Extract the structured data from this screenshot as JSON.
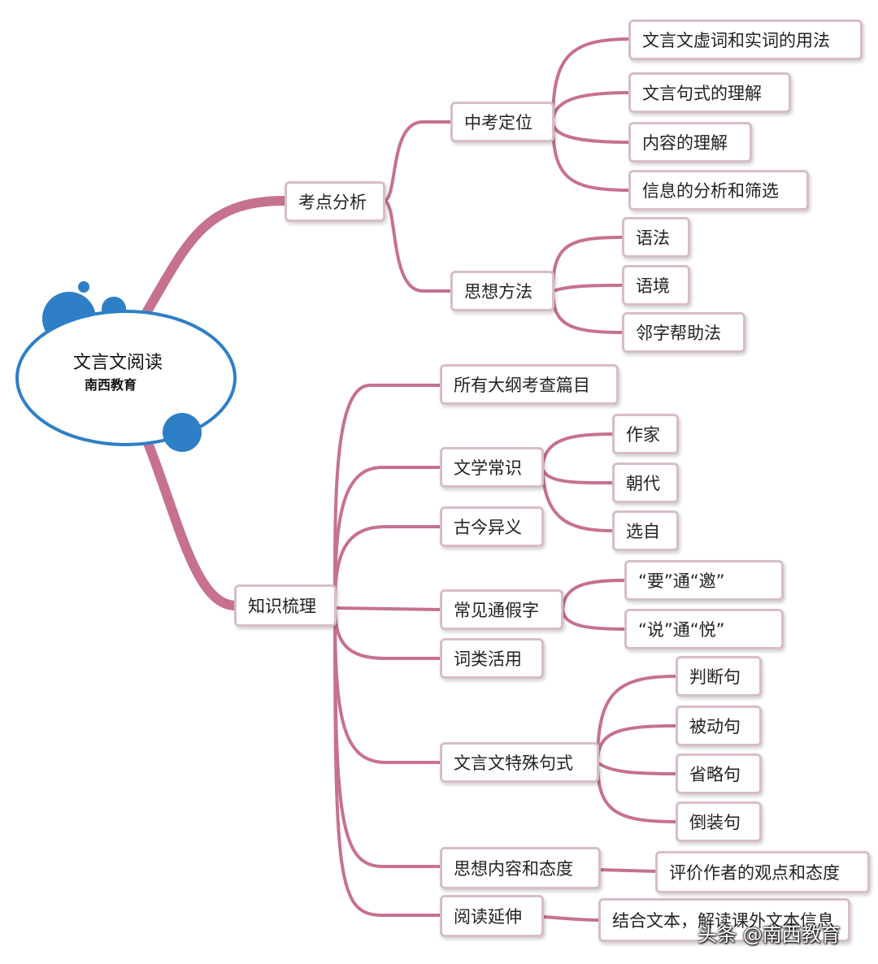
{
  "root": {
    "title": "文言文阅读",
    "subtitle": "南西教育"
  },
  "nodes": {
    "kaodian": "考点分析",
    "zhongkao": "中考定位",
    "xuci": "文言文虚词和实词的用法",
    "jushi": "文言句式的理解",
    "neirong": "内容的理解",
    "xinxi": "信息的分析和筛选",
    "sixiang": "思想方法",
    "yufa": "语法",
    "yujing": "语境",
    "linzi": "邻字帮助法",
    "zhishi": "知识梳理",
    "dagang": "所有大纲考查篇目",
    "wenxue": "文学常识",
    "zuojia": "作家",
    "chaodai": "朝代",
    "xuanzi": "选自",
    "gujin": "古今异义",
    "tongjia": "常见通假字",
    "yao": "“要”通“邀”",
    "shuo": "“说”通“悦”",
    "cilei": "词类活用",
    "teshu": "文言文特殊句式",
    "panduan": "判断句",
    "beidong": "被动句",
    "shenglue": "省略句",
    "daozhuang": "倒装句",
    "taidu": "思想内容和态度",
    "pingjia": "评价作者的观点和态度",
    "yanshen": "阅读延伸",
    "jiehe": "结合文本，解读课外文本信息"
  },
  "watermark": "头条 @南西教育",
  "colors": {
    "branch": "#c6718f",
    "node_border": "#d7bdc8",
    "bubble": "#2e7fc6"
  }
}
